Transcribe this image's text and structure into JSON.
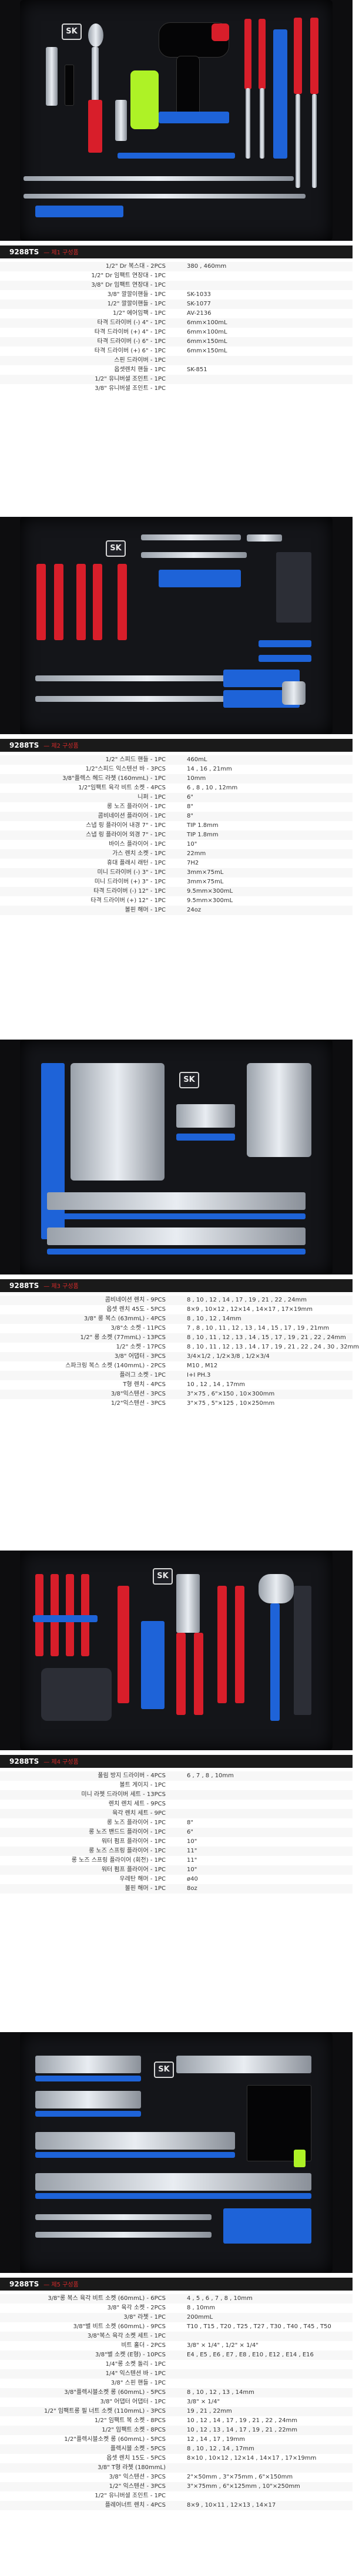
{
  "sections": [
    {
      "code": "9288TS",
      "subtitle": "— 제1 구성품",
      "items": [
        {
          "name": "1/2\" Dr 복스대 - 2PCS",
          "value": "380 , 460mm"
        },
        {
          "name": "1/2\" Dr 임팩트 연장대 - 1PC",
          "value": ""
        },
        {
          "name": "3/8\" Dr 임팩트 연장대 - 1PC",
          "value": ""
        },
        {
          "name": "3/8\" 깔깔이핸들 - 1PC",
          "value": "SK-1033"
        },
        {
          "name": "1/2\" 깔깔이핸들 - 1PC",
          "value": "SK-1077"
        },
        {
          "name": "1/2\" 에어임팩 - 1PC",
          "value": "AV-2136"
        },
        {
          "name": "타격 드라이버 (-) 4\" - 1PC",
          "value": "6mm×100mL"
        },
        {
          "name": "타격 드라이버 (+) 4\" - 1PC",
          "value": "6mm×100mL"
        },
        {
          "name": "타격 드라이버 (-) 6\" - 1PC",
          "value": "6mm×150mL"
        },
        {
          "name": "타격 드라이버 (+) 6\" - 1PC",
          "value": "6mm×150mL"
        },
        {
          "name": "스핀 드라이버 - 1PC",
          "value": ""
        },
        {
          "name": "옵셋렌치 핸들 - 1PC",
          "value": "SK-851"
        },
        {
          "name": "1/2\" 유니버셜 조인트 - 1PC",
          "value": ""
        },
        {
          "name": "3/8\" 유니버셜 조인트 - 1PC",
          "value": ""
        }
      ]
    },
    {
      "code": "9288TS",
      "subtitle": "— 제2 구성품",
      "items": [
        {
          "name": "1/2\" 스피드 핸들 - 1PC",
          "value": "460mL"
        },
        {
          "name": "1/2\"스피드 익스텐션 바 - 3PCS",
          "value": "14 , 16 , 21mm"
        },
        {
          "name": "3/8\"플렉스 헤드 라쳇 (160mmL) - 1PC",
          "value": "10mm"
        },
        {
          "name": "1/2\"임팩트 육각 비트 소켓 - 4PCS",
          "value": "6 , 8 , 10 , 12mm"
        },
        {
          "name": "니퍼 - 1PC",
          "value": "6\""
        },
        {
          "name": "롱 노즈 플라이어 - 1PC",
          "value": "8\""
        },
        {
          "name": "콤비네이션 플라이어 - 1PC",
          "value": "8\""
        },
        {
          "name": "스냅 링 플라이어 내경 7\" - 1PC",
          "value": "TIP 1.8mm"
        },
        {
          "name": "스냅 링 플라이어 외경 7\" - 1PC",
          "value": "TIP 1.8mm"
        },
        {
          "name": "바이스 플라이어 - 1PC",
          "value": "10\""
        },
        {
          "name": "가스 렌치 소켓 - 1PC",
          "value": "22mm"
        },
        {
          "name": "휴대 플래시 래턴 - 1PC",
          "value": "7H2"
        },
        {
          "name": "미니 드라이버 (-) 3\" - 1PC",
          "value": "3mm×75mL"
        },
        {
          "name": "미니 드라이버 (+) 3\" - 1PC",
          "value": "3mm×75mL"
        },
        {
          "name": "타격 드라이버 (-) 12\" - 1PC",
          "value": "9.5mm×300mL"
        },
        {
          "name": "타격 드라이버 (+) 12\" - 1PC",
          "value": "9.5mm×300mL"
        },
        {
          "name": "볼핀 해머 - 1PC",
          "value": "24oz"
        }
      ]
    },
    {
      "code": "9288TS",
      "subtitle": "— 제3 구성품",
      "items": [
        {
          "name": "콤비네이션 렌치 - 9PCS",
          "value": "8 , 10 , 12 , 14 , 17 , 19 , 21 , 22 , 24mm"
        },
        {
          "name": "옵셋 렌치 45도 - 5PCS",
          "value": "8×9 , 10×12 , 12×14 , 14×17 , 17×19mm"
        },
        {
          "name": "3/8\" 롱 복스 (63mmL) - 4PCS",
          "value": "8 , 10 , 12 , 14mm"
        },
        {
          "name": "3/8\"소 소켓 - 11PCS",
          "value": "7 , 8 , 10 , 11 , 12 , 13 , 14 , 15 , 17 , 19 , 21mm"
        },
        {
          "name": "1/2\" 롱 소켓 (77mmL) - 13PCS",
          "value": "8 , 10 , 11 , 12 , 13 , 14 , 15 , 17 , 19 , 21 , 22 , 24mm"
        },
        {
          "name": "1/2\" 소켓 - 17PCS",
          "value": "8 , 10 , 11 , 12 , 13 , 14 , 17 , 19 , 21 , 22 , 24 , 30 , 32mm"
        },
        {
          "name": "3/8\" 어댑터 - 3PCS",
          "value": "3/4×1/2 , 1/2×3/8 , 1/2×3/4"
        },
        {
          "name": "스파크링 복스 소켓 (140mmL) - 2PCS",
          "value": "M10 , M12"
        },
        {
          "name": "플러그 소켓 - 1PC",
          "value": "I+I PH.3"
        },
        {
          "name": "T형 렌치 - 4PCS",
          "value": "10 , 12 , 14 , 17mm"
        },
        {
          "name": "3/8\"익스텐션 - 3PCS",
          "value": "3\"×75 , 6\"×150 , 10×300mm"
        },
        {
          "name": "1/2\"익스텐션 - 3PCS",
          "value": "3\"×75 , 5\"×125 , 10×250mm"
        }
      ]
    },
    {
      "code": "9288TS",
      "subtitle": "— 제4 구성품",
      "items": [
        {
          "name": "풀림 방지 드라이버 - 4PCS",
          "value": "6 , 7 , 8 , 10mm"
        },
        {
          "name": "볼트 게이지 - 1PC",
          "value": ""
        },
        {
          "name": "미니 라쳇 드라이버 세트 - 13PCS",
          "value": ""
        },
        {
          "name": "렌치 렌치 세트 - 9PCS",
          "value": ""
        },
        {
          "name": "육각 렌치 세트 - 9PC",
          "value": ""
        },
        {
          "name": "롱 노즈 플라이어 - 1PC",
          "value": "8\""
        },
        {
          "name": "롱 노즈 밴드드 플라이어 - 1PC",
          "value": "6\""
        },
        {
          "name": "워터 펌프 플라이어 - 1PC",
          "value": "10\""
        },
        {
          "name": "롱 노즈 스프링 플라이어 - 1PC",
          "value": "11\""
        },
        {
          "name": "롱 노즈 스프링 플라이어 (회전) - 1PC",
          "value": "11\""
        },
        {
          "name": "워터 펌프 플라이어 - 1PC",
          "value": "10\""
        },
        {
          "name": "우레탄 해머 - 1PC",
          "value": "ø40"
        },
        {
          "name": "볼핀 해머 - 1PC",
          "value": "8oz"
        }
      ]
    },
    {
      "code": "9288TS",
      "subtitle": "— 제5 구성품",
      "items": [
        {
          "name": "3/8\"롱 복스 육각 비트 소켓 (60mmL) - 6PCS",
          "value": "4 , 5 , 6 , 7 , 8 , 10mm"
        },
        {
          "name": "3/8\" 육각 소켓 - 2PCS",
          "value": "8 , 10mm"
        },
        {
          "name": "3/8\" 라쳇 - 1PC",
          "value": "200mmL"
        },
        {
          "name": "3/8\"별 비트 소켓 (60mmL) - 9PCS",
          "value": "T10 , T15 , T20 , T25 , T27 , T30 , T40 , T45 , T50"
        },
        {
          "name": "3/8\"복스 육각 소켓 세트 - 1PC",
          "value": ""
        },
        {
          "name": "비트 홀더 - 2PCS",
          "value": "3/8\" × 1/4\" , 1/2\" × 1/4\""
        },
        {
          "name": "3/8\"별 소켓 (E형) - 10PCS",
          "value": "E4 , E5 , E6 , E7 , E8 , E10 , E12 , E14 , E16"
        },
        {
          "name": "1/4\"롱 소켓 돌리 - 1PC",
          "value": ""
        },
        {
          "name": "1/4\" 익스텐션 바 - 1PC",
          "value": ""
        },
        {
          "name": "3/8\" 스핀 핸들 - 1PC",
          "value": ""
        },
        {
          "name": "3/8\"플렉시블소켓 롱 (60mmL) - 5PCS",
          "value": "8 , 10 , 12 , 13 , 14mm"
        },
        {
          "name": "3/8\" 어댑터 어댑터 - 1PC",
          "value": "3/8\" × 1/4\""
        },
        {
          "name": "1/2\" 임팩트롱 필 너트 소켓 (110mmL) - 3PCS",
          "value": "19 , 21 , 22mm"
        },
        {
          "name": "1/2\" 임팩트 복 소켓 - 8PCS",
          "value": "10 , 12 , 14 , 17 , 19 , 21 , 22 , 24mm"
        },
        {
          "name": "1/2\" 임팩트 소켓 - 8PCS",
          "value": "10 , 12 , 13 , 14 , 17 , 19 , 21 , 22mm"
        },
        {
          "name": "1/2\"플렉시블소켓 롱 (60mmL) - 5PCS",
          "value": "12 , 14 , 17 , 19mm"
        },
        {
          "name": "플렉시블 소켓 - 5PCS",
          "value": "8 , 10 , 12 , 14 , 17mm"
        },
        {
          "name": "옵셋 렌치 15도 - 5PCS",
          "value": "8×10 , 10×12 , 12×14 , 14×17 , 17×19mm"
        },
        {
          "name": "3/8\" T형 라쳇 (180mmL)",
          "value": ""
        },
        {
          "name": "3/8\" 익스텐션 - 3PCS",
          "value": "2\"×50mm , 3\"×75mm , 6\"×150mm"
        },
        {
          "name": "1/2\" 익스텐션 - 3PCS",
          "value": "3\"×75mm , 6\"×125mm , 10\"×250mm"
        },
        {
          "name": "1/2\" 유니버셜 조인트 - 1PC",
          "value": ""
        },
        {
          "name": "플레어너트 렌치 - 4PCS",
          "value": "8×9 , 10×11 , 12×13 , 14×17"
        }
      ]
    }
  ],
  "photos": [
    {
      "logo": "SK"
    },
    {
      "logo": "SK"
    },
    {
      "logo": "SK"
    },
    {
      "logo": "SK"
    },
    {
      "logo": "SK"
    }
  ],
  "colors": {
    "foam": "#141519",
    "accent_blue": "#1e63d8",
    "accent_red": "#d81e2a",
    "header_bg": "#1a1a1a",
    "subtitle_red": "#d62a2a"
  }
}
